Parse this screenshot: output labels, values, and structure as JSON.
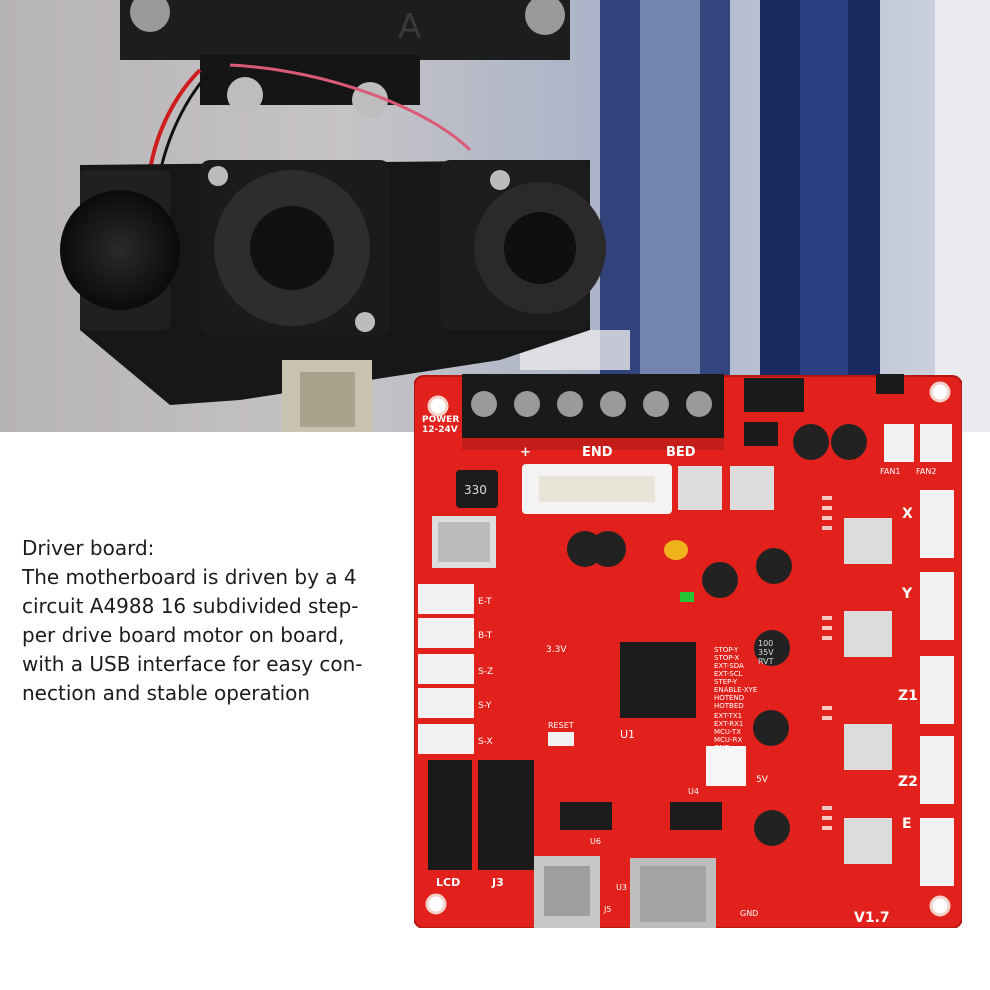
{
  "caption": {
    "title": "Driver board:",
    "lines": [
      "The motherboard is driven by a 4",
      "circuit A4988 16 subdivided step-",
      "per drive board motor on board,",
      "with a USB interface for easy con-",
      "nection and stable operation"
    ]
  },
  "board": {
    "colors": {
      "pcb": "#e2211c",
      "silk": "#ffffff",
      "terminal": "#1a1a1a",
      "heatsink": "#dcdcdc"
    },
    "top_labels": {
      "plus": "+",
      "end": "END",
      "bed": "BED",
      "power": "POWER",
      "power_volt": "12-24V"
    },
    "fan_labels": [
      "FAN1",
      "FAN2"
    ],
    "axis_labels": [
      "X",
      "Y",
      "Z1",
      "Z2",
      "E"
    ],
    "left_connector_labels": [
      "E-T",
      "B-T",
      "S-Z",
      "S-Y",
      "S-X"
    ],
    "bottom_labels": {
      "lcd": "LCD",
      "j3": "J3",
      "version": "V1.7",
      "reset": "RESET",
      "u1": "U1",
      "gnd": "GND",
      "j5": "J5",
      "u3": "U3",
      "u4": "U4",
      "u6": "U6",
      "v33": "3.3V",
      "v5": "5V"
    },
    "inductor_code": "330",
    "cap_text": [
      "100",
      "35V",
      "RVT"
    ],
    "pin_labels": [
      "STOP-Y",
      "STOP-X",
      "EXT-SDA",
      "EXT-SCL",
      "STEP-Y",
      "ENABLE-XYE",
      "HOTEND",
      "HOTBED",
      "EXT-TX1",
      "EXT-RX1",
      "MCU-TX",
      "MCU-RX",
      "GND"
    ]
  }
}
